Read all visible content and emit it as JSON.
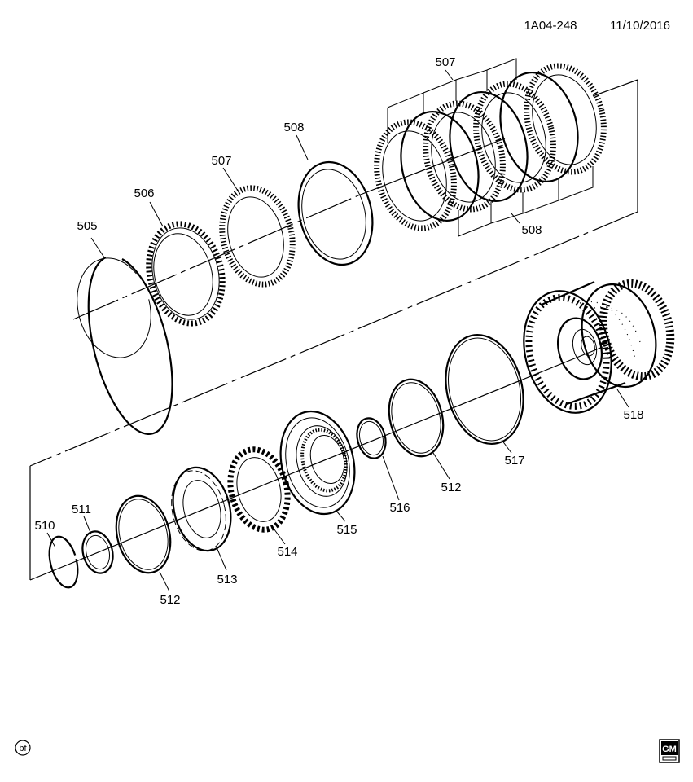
{
  "header": {
    "drawing_id": "1A04-248",
    "date": "11/10/2016"
  },
  "footer": {
    "corner_mark": "bf",
    "logo_text": "GM"
  },
  "parts": {
    "p505": "505",
    "p506": "506",
    "p507a": "507",
    "p507b": "507",
    "p508a": "508",
    "p508b": "508",
    "p510": "510",
    "p511": "511",
    "p512a": "512",
    "p512b": "512",
    "p513": "513",
    "p514": "514",
    "p515": "515",
    "p516": "516",
    "p517": "517",
    "p518": "518"
  }
}
